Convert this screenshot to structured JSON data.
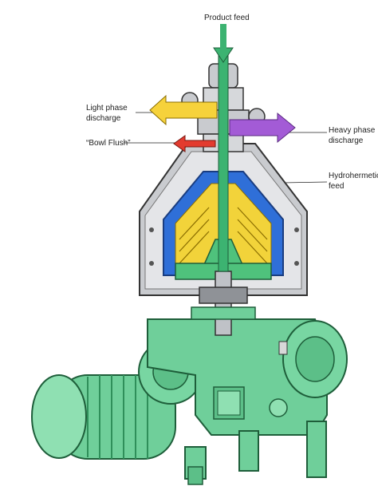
{
  "labels": {
    "product_feed": "Product feed",
    "light_phase_line1": "Light phase",
    "light_phase_line2": "discharge",
    "bowl_flush": "“Bowl Flush”",
    "heavy_phase_line1": "Heavy phase",
    "heavy_phase_line2": "discharge",
    "hydrohermetic_line1": "Hydrohermetic",
    "hydrohermetic_line2": "feed"
  },
  "colors": {
    "frame_green": "#6fcf9a",
    "frame_green_dark": "#2f8f5a",
    "hood_gray": "#c9cbcf",
    "bowl_blue": "#2f6fd8",
    "disc_yellow": "#f2d33a",
    "feed_arrow": "#3cb371",
    "light_phase_arrow": "#f6d23b",
    "heavy_phase_arrow": "#a35bd6",
    "bowl_flush_arrow": "#e33b2f"
  }
}
